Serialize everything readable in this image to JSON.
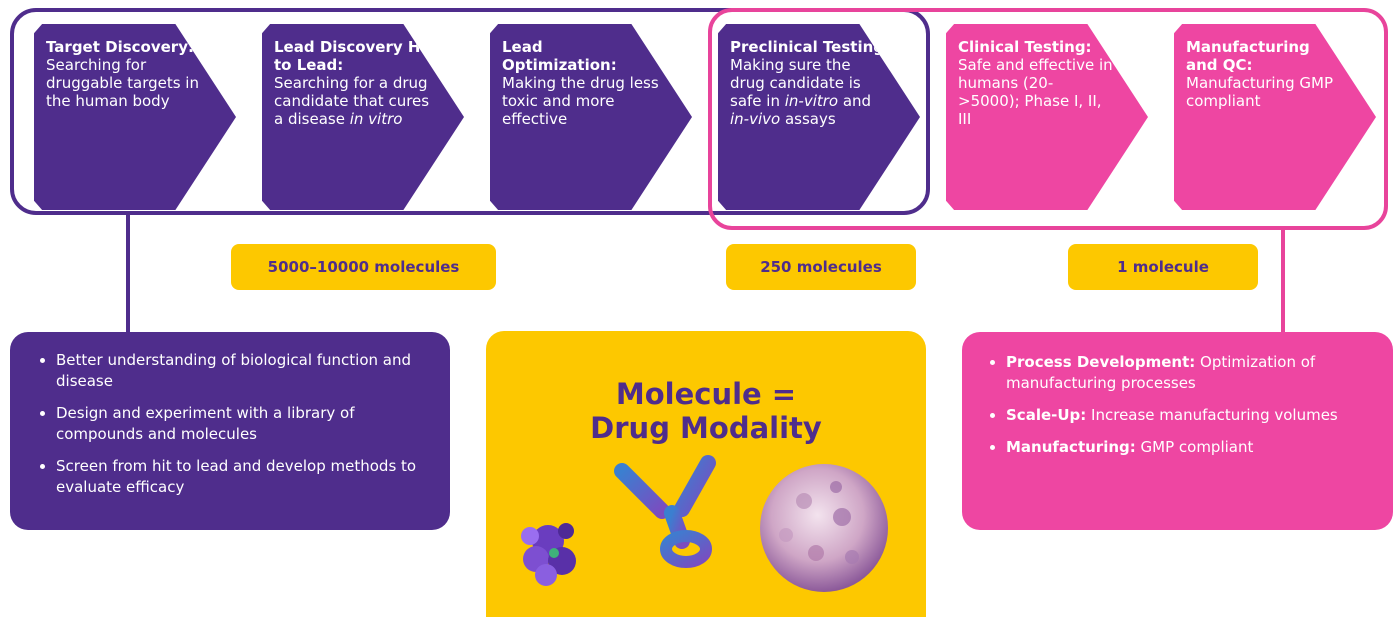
{
  "steps": [
    {
      "title": "Target Discovery:",
      "desc": "Searching for druggable targets in the human body"
    },
    {
      "title": "Lead Discovery Hit to Lead:",
      "desc_a": "Searching for a drug candidate that cures a disease ",
      "desc_italic": "in vitro"
    },
    {
      "title": "Lead Optimization:",
      "desc": "Making the drug less toxic and more effective"
    },
    {
      "title": "Preclinical Testing:",
      "desc_a": "Making sure the drug candidate is safe in ",
      "desc_i1": "in-vitro",
      "desc_b": " and ",
      "desc_i2": "in-vivo",
      "desc_c": " assays"
    },
    {
      "title": "Clinical Testing:",
      "desc": "Safe and effective in humans (20- >5000);  Phase I, II, III"
    },
    {
      "title": "Manufacturing and QC:",
      "desc": "Manufacturing GMP compliant"
    }
  ],
  "pills": [
    "5000–10000 molecules",
    "250 molecules",
    "1 molecule"
  ],
  "left_box": {
    "bullets": [
      "Better understanding of biological function and disease",
      "Design and experiment with a library of compounds and molecules",
      "Screen from hit to lead and develop methods to evaluate efficacy"
    ]
  },
  "center_box": {
    "title_line1": "Molecule =",
    "title_line2": "Drug Modality",
    "images": [
      "protein-molecule-image",
      "antibody-image",
      "virus-particle-image"
    ]
  },
  "right_box": {
    "bullets": [
      {
        "bold": "Process Development:",
        "text": " Optimization of manufacturing processes"
      },
      {
        "bold": "Scale-Up:",
        "text": " Increase manufacturing volumes"
      },
      {
        "bold": "Manufacturing:",
        "text": " GMP compliant"
      }
    ]
  },
  "colors": {
    "purple": "#4f2d8c",
    "pink": "#ee46a2",
    "yellow": "#fdc800"
  }
}
